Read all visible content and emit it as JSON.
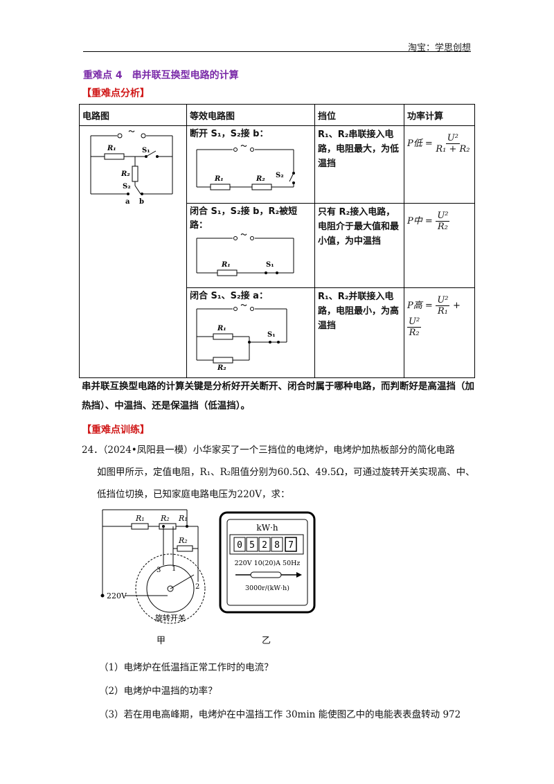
{
  "header": {
    "text": "淘宝：学思创想"
  },
  "section_title": "重难点 4　串并联互换型电路的计算",
  "analysis_title": "【重难点分析】",
  "table": {
    "headers": [
      "电路图",
      "等效电路图",
      "挡位",
      "功率计算"
    ],
    "rows": [
      {
        "condition": "断开 S₁，S₂接 b：",
        "mode": "R₁、R₂串联接入电路，电阻最大，为低温挡",
        "power_label": "P低 =",
        "power_num": "U²",
        "power_den": "R₁ + R₂"
      },
      {
        "condition": "闭合 S₁，S₂接 b，R₂被短路：",
        "mode": "只有 R₂接入电路，电阻介于最大值和最小值，为中温挡",
        "power_label": "P中 =",
        "power_num": "U²",
        "power_den": "R₂"
      },
      {
        "condition": "闭合 S₁、S₂接 a：",
        "mode": "R₁、R₂并联接入电路，电阻最小，为高温挡",
        "power_label": "P高 =",
        "power_num": "U²",
        "power_den": "R₁",
        "power_num2": "U²",
        "power_den2": "R₂"
      }
    ],
    "circuit_labels": {
      "r1": "R₁",
      "r2": "R₂",
      "s1": "S₁",
      "s2": "S₂",
      "a": "a",
      "b": "b",
      "source": "○ ～ ○"
    }
  },
  "summary": "串并联互换型电路的计算关键是分析好开关断开、闭合时属于哪种电路，而判断好是高温挡（加热挡）、中温挡、还是保温挡（低温挡）。",
  "training_title": "【重难点训练】",
  "problem": {
    "line1": "24．（2024•凤阳县一模）小华家买了一个三挡位的电烤炉，电烤炉加热板部分的简化电路",
    "line2": "如图甲所示，定值电阻，R₁、R₂阻值分别为60.5Ω、49.5Ω，可通过旋转开关实现高、中、",
    "line3": "低挡位切换，已知家庭电路电压为220V，求：",
    "q1": "（1）电烤炉在低温挡正常工作时的电流？",
    "q2": "（2）电烤炉中温挡的功率？",
    "q3": "（3）若在用电高峰期，电烤炉在中温挡工作 30min 能使图乙中的电能表表盘转动 972"
  },
  "figure_a": {
    "label": "甲",
    "voltage": "220V",
    "switch": "旋转开关",
    "r1": "R₁",
    "r2": "R₂",
    "p1": "1",
    "p2": "2",
    "p3": "3"
  },
  "figure_b": {
    "label": "乙",
    "unit": "kW·h",
    "digits": [
      "0",
      "5",
      "2",
      "8",
      "7"
    ],
    "rating": "220V 10(20)A 50Hz",
    "constant": "3000r/(kW·h)"
  }
}
